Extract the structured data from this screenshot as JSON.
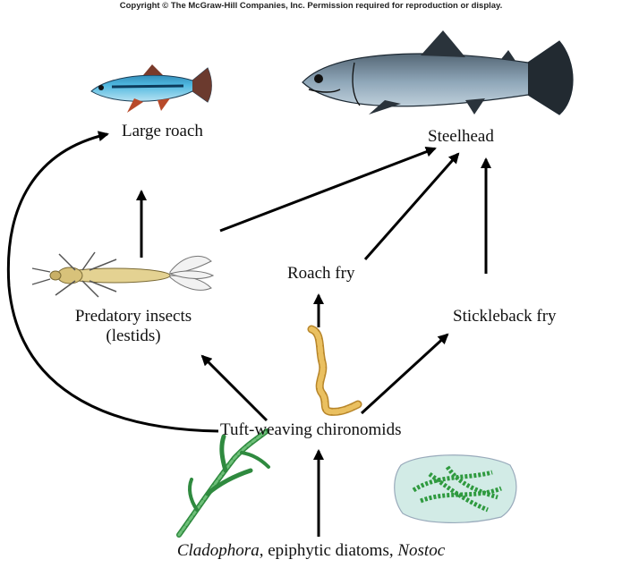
{
  "copyright": "Copyright © The McGraw-Hill Companies, Inc. Permission required for reproduction or display.",
  "nodes": {
    "large_roach": "Large roach",
    "steelhead": "Steelhead",
    "roach_fry": "Roach fry",
    "predatory_line1": "Predatory insects",
    "predatory_line2": "(lestids)",
    "stickleback_fry": "Stickleback fry",
    "chironomids": "Tuft-weaving chironomids"
  },
  "producers": {
    "part1": "Cladophora",
    "part2": ", epiphytic diatoms, ",
    "part3": "Nostoc"
  },
  "colors": {
    "arrow": "#000000",
    "roach_body": "#3fa9d6",
    "steelhead_body": "#7a8fa0",
    "insect": "#d8c27a",
    "chironomid": "#e0b040",
    "algae": "#3f9a4a",
    "nostoc_bg": "#cfe8e4"
  }
}
